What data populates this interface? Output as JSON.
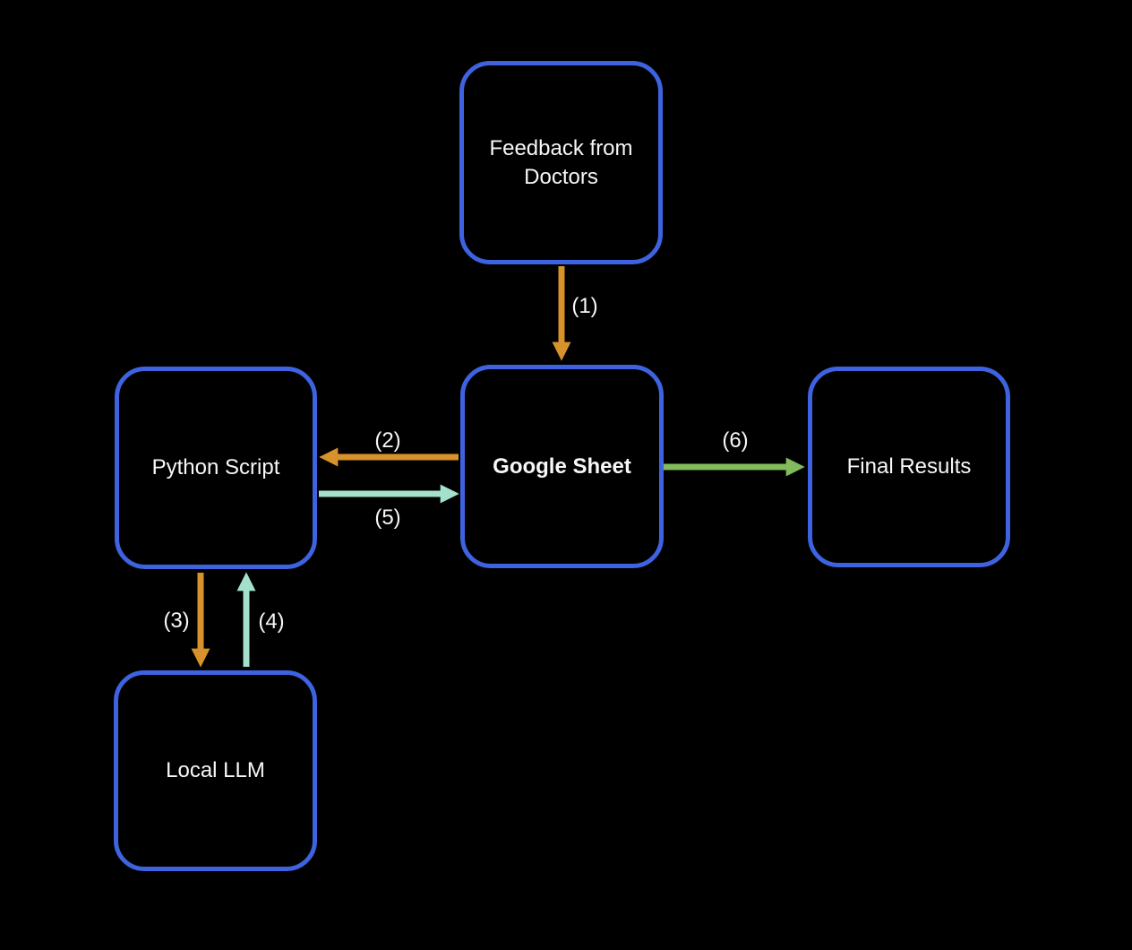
{
  "colors": {
    "background": "#000000",
    "node_border": "#3E63E0",
    "node_fill": "#000000",
    "text": "#F7F7F8",
    "orange": "#D8922B",
    "teal": "#A3E1CC",
    "green": "#81BB5C"
  },
  "diagram": {
    "nodes": {
      "feedback": {
        "label": "Feedback from Doctors"
      },
      "python": {
        "label": "Python Script"
      },
      "google": {
        "label": "Google Sheet"
      },
      "final": {
        "label": "Final Results"
      },
      "local": {
        "label": "Local LLM"
      }
    },
    "edges": {
      "e1": {
        "label": "(1)",
        "from": "Feedback from Doctors",
        "to": "Google Sheet",
        "direction": "down",
        "color": "orange"
      },
      "e2": {
        "label": "(2)",
        "from": "Google Sheet",
        "to": "Python Script",
        "direction": "left",
        "color": "orange"
      },
      "e3": {
        "label": "(3)",
        "from": "Python Script",
        "to": "Local LLM",
        "direction": "down",
        "color": "orange"
      },
      "e4": {
        "label": "(4)",
        "from": "Local LLM",
        "to": "Python Script",
        "direction": "up",
        "color": "teal"
      },
      "e5": {
        "label": "(5)",
        "from": "Python Script",
        "to": "Google Sheet",
        "direction": "right",
        "color": "teal"
      },
      "e6": {
        "label": "(6)",
        "from": "Google Sheet",
        "to": "Final Results",
        "direction": "right",
        "color": "green"
      }
    }
  }
}
